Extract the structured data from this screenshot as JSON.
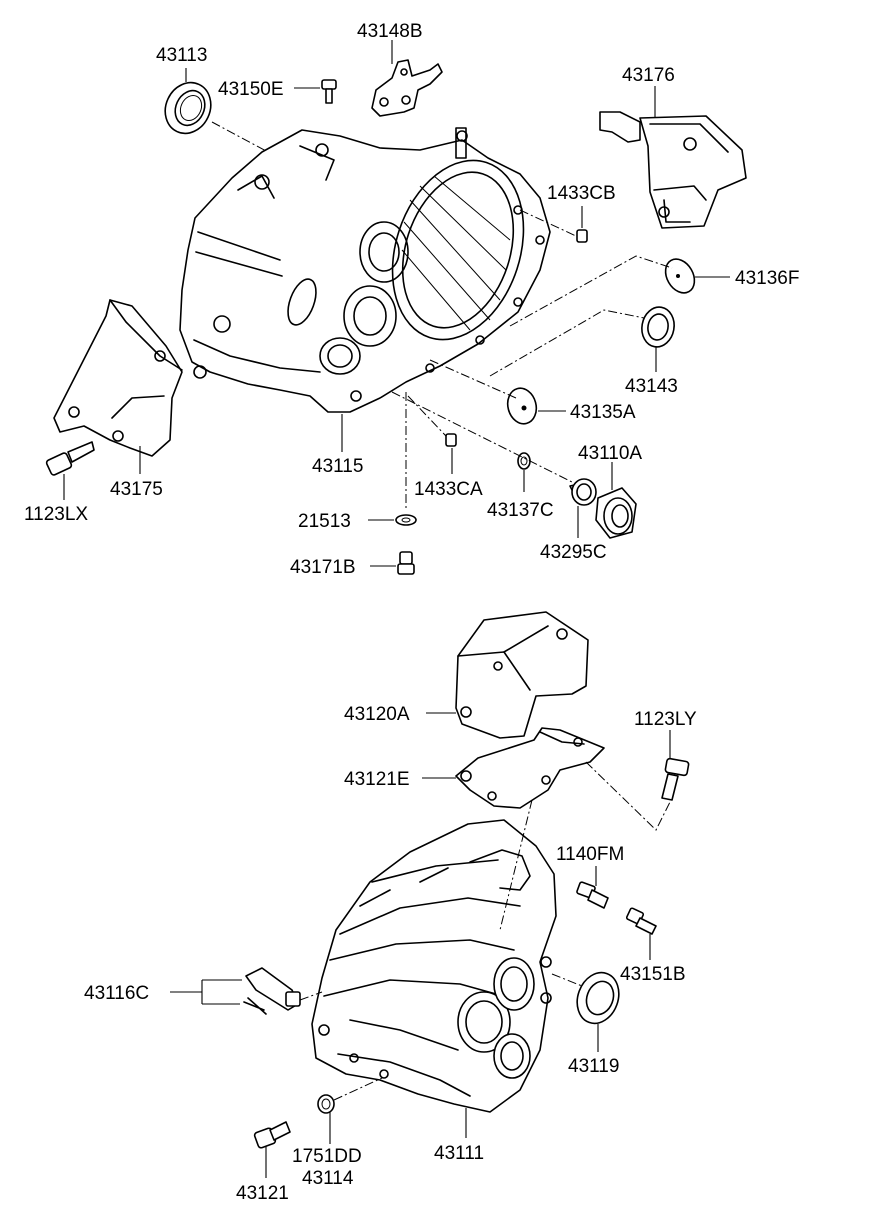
{
  "labels": {
    "p43113": "43113",
    "p43150E": "43150E",
    "p43148B": "43148B",
    "p43176": "43176",
    "p1433CB": "1433CB",
    "p43136F": "43136F",
    "p43143": "43143",
    "p43135A": "43135A",
    "p43110A": "43110A",
    "p43137C": "43137C",
    "p43295C": "43295C",
    "p1433CA": "1433CA",
    "p43115": "43115",
    "p43175": "43175",
    "p1123LX": "1123LX",
    "p21513": "21513",
    "p43171B": "43171B",
    "p43120A": "43120A",
    "p1123LY": "1123LY",
    "p43121E": "43121E",
    "p1140FM": "1140FM",
    "p43151B": "43151B",
    "p43116C": "43116C",
    "p43119": "43119",
    "p1751DD": "1751DD",
    "p43114": "43114",
    "p43111": "43111",
    "p43121": "43121"
  }
}
